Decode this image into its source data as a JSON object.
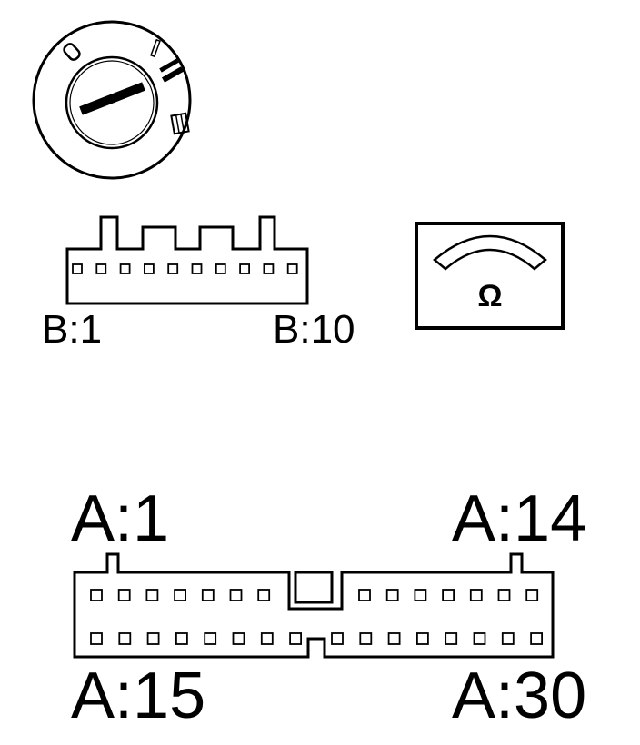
{
  "ignition_switch": {
    "positions": [
      "0",
      "I",
      "II",
      "III"
    ],
    "current_position": "II"
  },
  "connector_b": {
    "pin_first": "B:1",
    "pin_last": "B:10",
    "pin_count": 10
  },
  "ohmmeter": {
    "symbol": "Ω"
  },
  "connector_a": {
    "label_top_left": "A:1",
    "label_top_right": "A:14",
    "label_bottom_left": "A:15",
    "label_bottom_right": "A:30",
    "top_row_pin_count": 14,
    "bottom_row_pin_count": 16
  }
}
